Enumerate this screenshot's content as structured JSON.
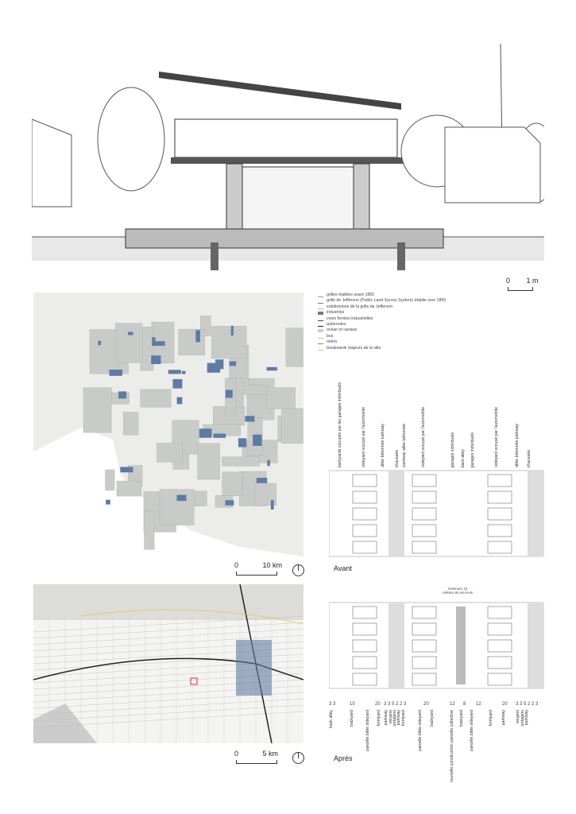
{
  "section_scale": {
    "zero": "0",
    "label": "1 m"
  },
  "map1_scale": {
    "zero": "0",
    "label": "10 km"
  },
  "map2_scale": {
    "zero": "0",
    "label": "5 km"
  },
  "legend": [
    {
      "label": "grilles établies avant 1850",
      "color": "#999999"
    },
    {
      "label": "grille de Jefferson (Public Land Survey System) établie vers 1850",
      "color": "#777777"
    },
    {
      "label": "subdivisions de la grille de Jefferson",
      "color": "#bbbbbb"
    },
    {
      "label": "industries",
      "color": "#5f7ba3"
    },
    {
      "label": "voies ferrées industrielles",
      "color": "#444444"
    },
    {
      "label": "autoroutes",
      "color": "#222222"
    },
    {
      "label": "océan et canaux",
      "color": "#cccccc"
    },
    {
      "label": "bus",
      "color": "#bbbbbb"
    },
    {
      "label": "métro",
      "color": "#888888"
    },
    {
      "label": "boulevards majeurs de la ville",
      "color": "#e3c95a"
    }
  ],
  "street_top_labels": [
    "backyards occupés par les garages individuels",
    "sideyard occupé par l'automobile",
    "allée bétonnée parkway",
    "chaussée",
    "parkway allée bétonnée",
    "sideyard occupé par l'automobile",
    "garages individuels",
    "back-alley",
    "garages individuels",
    "sideyard occupé par l'automobile",
    "allée bétonnée parkway",
    "chaussée"
  ],
  "avant_label": "Avant",
  "apres_label": "Après",
  "min_note": "minimum 10 mètres de vis-à-vis",
  "bottom_numbers": [
    "3 3",
    "10",
    "20",
    "3 3 5 2 2 3",
    "20",
    "12",
    "8",
    "12",
    "20",
    "3 3 5 2 2 3"
  ],
  "bottom_labels": [
    "back alley",
    "backyard",
    "parcelle bâtie sideyard",
    "frontyard",
    "parkway",
    "vergers",
    "potagers",
    "parkway",
    "frontyard",
    "parcelle bâtie sideyard",
    "backyard",
    "nouvelle construction parcelle collective",
    "backyard",
    "parcelle bâtie sideyard",
    "frontyard",
    "parkway",
    "vergers",
    "potagers",
    "parkway"
  ]
}
